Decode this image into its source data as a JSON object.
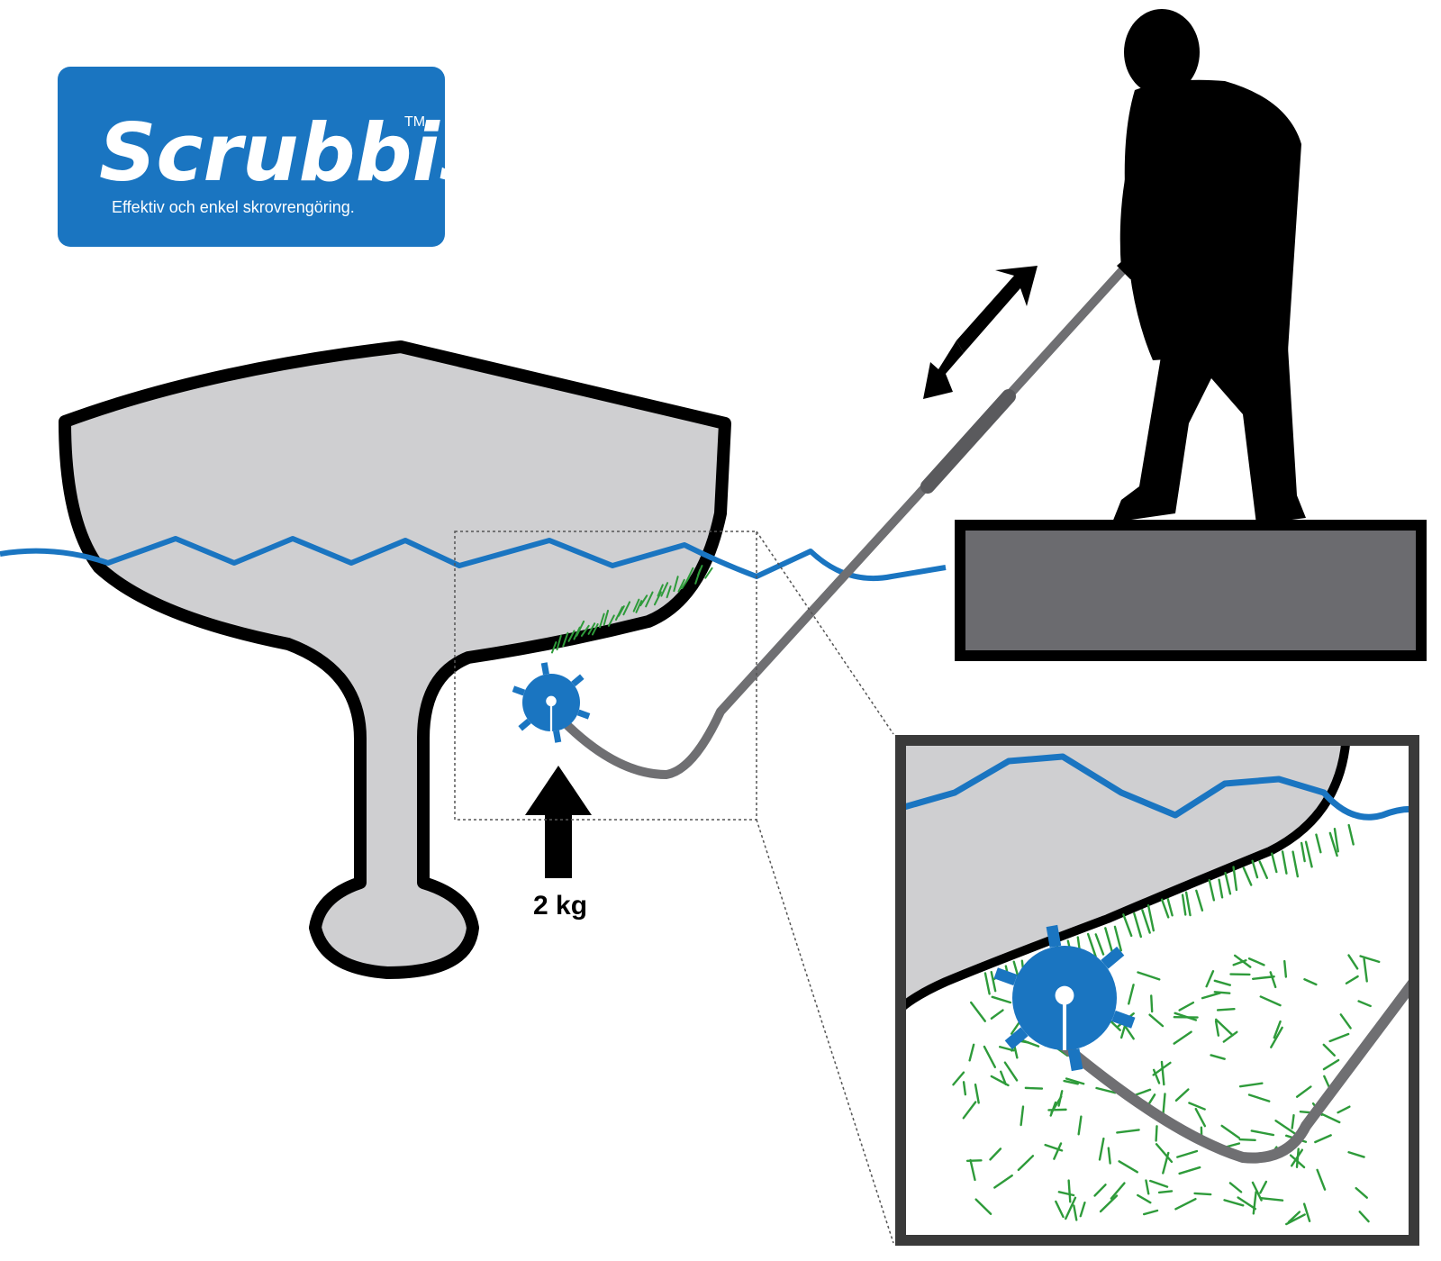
{
  "logo": {
    "brand": "Scrubbis",
    "trademark": "TM",
    "tagline": "Effektiv och enkel skrovrengöring."
  },
  "weight_label": "2 kg",
  "colors": {
    "brand_blue": "#1a75c1",
    "hull_fill": "#cfcfd1",
    "dock_fill": "#6b6b6f",
    "algae_green": "#2e9b3a",
    "silhouette": "#000000",
    "pole": "#6f6f72"
  },
  "icons": {
    "scrubber": "rotating-brush-icon",
    "push_arrow": "arrow-up-icon",
    "motion_arrow": "double-arrow-icon",
    "person": "person-silhouette-icon"
  }
}
